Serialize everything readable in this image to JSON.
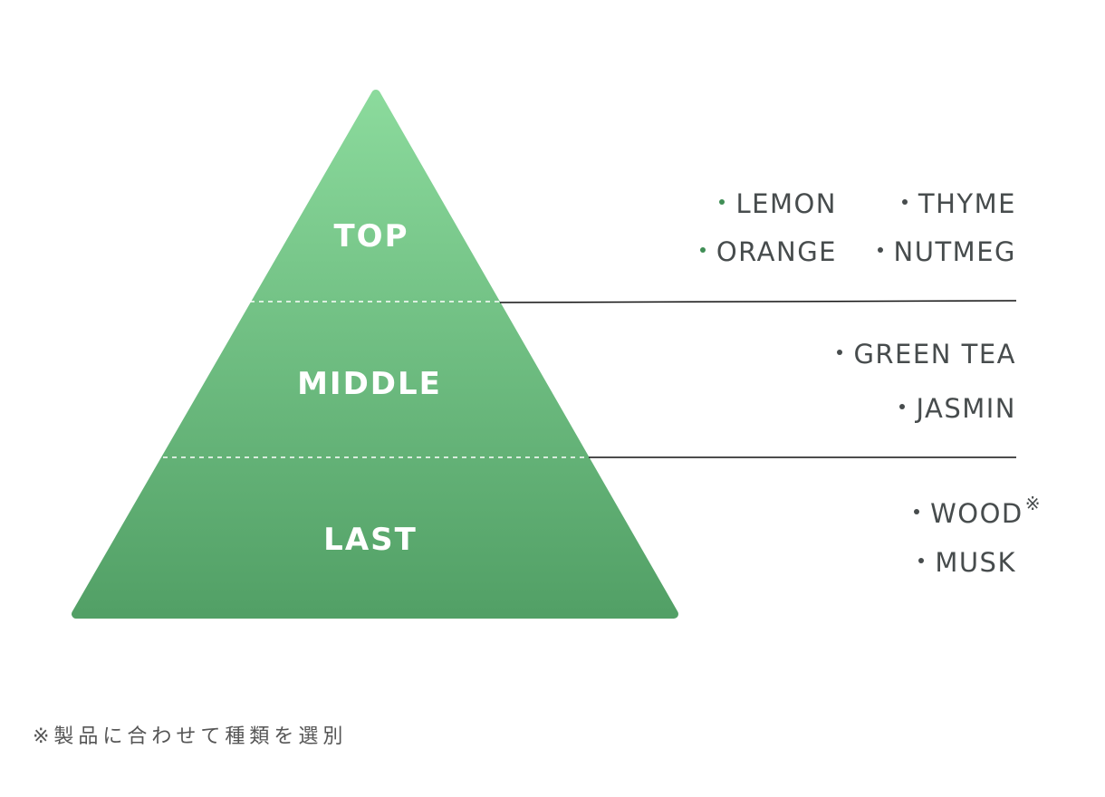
{
  "colors": {
    "top": "#8bda9c",
    "bottom": "#52a066",
    "text": "#474c4d",
    "bullet_green": "#3f8e55"
  },
  "tiers": [
    {
      "label": "TOP"
    },
    {
      "label": "MIDDLE"
    },
    {
      "label": "LAST"
    }
  ],
  "notes": {
    "top": [
      "LEMON",
      "THYME",
      "ORANGE",
      "NUTMEG"
    ],
    "middle": [
      "GREEN TEA",
      "JASMIN"
    ],
    "last": [
      "WOOD",
      "MUSK"
    ],
    "wood_mark": "※"
  },
  "footnote": "※製品に合わせて種類を選別"
}
